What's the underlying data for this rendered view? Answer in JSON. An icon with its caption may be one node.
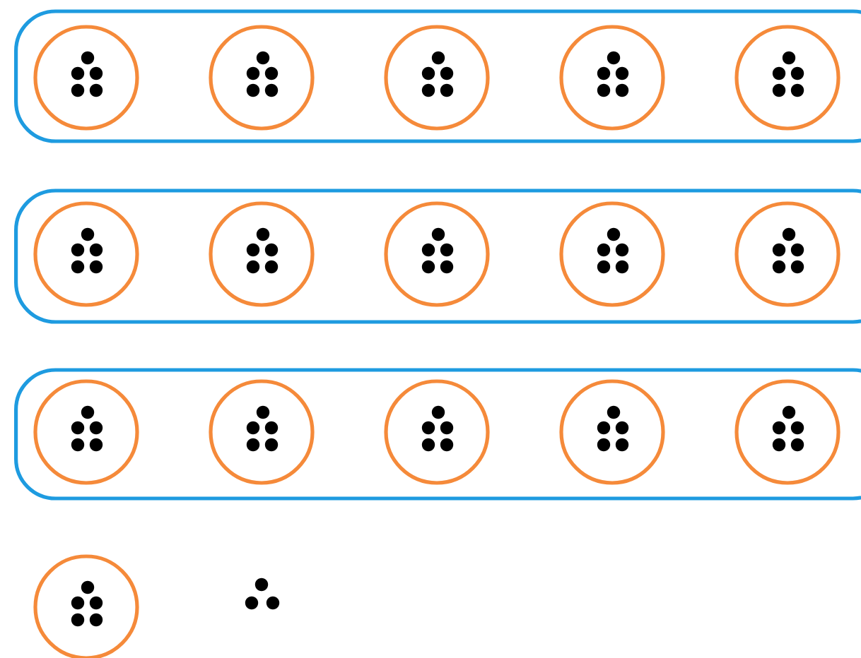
{
  "diagram": {
    "nodes": [
      {
        "text": [],
        "shape": "box"
      },
      {
        "text": [],
        "shape": "circle",
        "in": 0
      },
      {
        "text": [],
        "shape": "circle",
        "in": 0
      },
      {
        "text": [],
        "shape": "circle",
        "in": 0
      },
      {
        "text": [],
        "shape": "circle",
        "in": 0
      },
      {
        "text": [],
        "shape": "circle",
        "in": 0
      },
      {
        "text": [],
        "shape": "box"
      },
      {
        "text": [],
        "shape": "circle",
        "in": 6
      },
      {
        "text": [],
        "shape": "circle",
        "in": 6
      },
      {
        "text": [],
        "shape": "circle",
        "in": 6
      },
      {
        "text": [],
        "shape": "circle",
        "in": 6
      },
      {
        "text": [],
        "shape": "circle",
        "in": 6
      },
      {
        "text": [],
        "shape": "box"
      },
      {
        "text": [],
        "shape": "circle",
        "in": 12
      },
      {
        "text": [],
        "shape": "circle",
        "in": 12
      },
      {
        "text": [],
        "shape": "circle",
        "in": 12
      },
      {
        "text": [],
        "shape": "circle",
        "in": 12
      },
      {
        "text": [],
        "shape": "circle",
        "in": 12
      },
      {
        "text": [],
        "shape": "circle"
      }
    ]
  }
}
